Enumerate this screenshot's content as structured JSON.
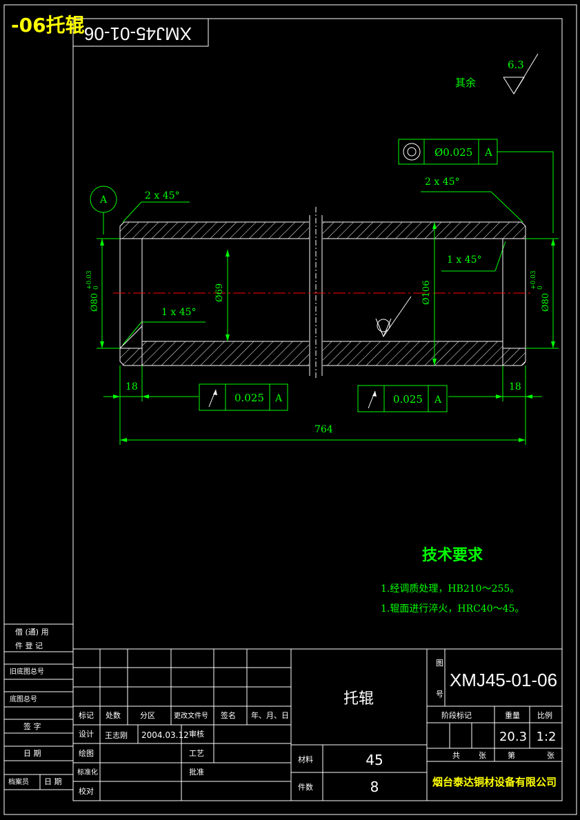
{
  "header_label": "-06托辊",
  "rotated_code": "XMJ45-01-06",
  "roughness": {
    "value": "6.3",
    "label": "其余"
  },
  "gdt_coaxial": {
    "value": "Ø0.025",
    "datum": "A"
  },
  "datum_label": "A",
  "chamfers": {
    "outer_left": "2 x 45°",
    "outer_right": "2 x 45°",
    "inner_left": "1 x 45°",
    "inner_right": "1 x 45°"
  },
  "diameters": {
    "left_bore": "Ø80",
    "left_tol_top": "+0.03",
    "left_tol_bottom": "0",
    "inner": "Ø69",
    "outer": "Ø106",
    "right_bore": "Ø80",
    "right_tol_top": "+0.03",
    "right_tol_bottom": "0"
  },
  "dims": {
    "left_length": "18",
    "right_length": "18",
    "total_length": "764"
  },
  "runout_left": {
    "value": "0.025",
    "datum": "A"
  },
  "runout_right": {
    "value": "0.025",
    "datum": "A"
  },
  "tech_requirements": {
    "title": "技术要求",
    "items": [
      "1.经调质处理，HB210～255。",
      "1.辊面进行淬火，HRC40～45。"
    ]
  },
  "left_strip": {
    "borrow_row1": "借 (通) 用",
    "borrow_row2": "件 登 记",
    "old_drawing_no": "旧底图总号",
    "base_drawing_no": "底图总号",
    "signature": "签 字",
    "date": "日 期",
    "archivist": "档案员",
    "archivist_date": "日 期"
  },
  "title_block": {
    "part_name": "托辊",
    "drawing_label": "图号",
    "drawing_no": "XMJ45-01-06",
    "stage_label": "阶段标记",
    "weight_label": "重量",
    "scale_label": "比例",
    "weight": "20.3",
    "scale": "1:2",
    "total_label": "共",
    "sheet_unit": "张",
    "sheet_label": "第",
    "sheet_unit2": "张",
    "material_label": "材料",
    "material": "45",
    "quantity_label": "件数",
    "quantity": "8",
    "company": "烟台泰达铜材设备有限公司",
    "rev_headers": [
      "标记",
      "处数",
      "分区",
      "更改文件号",
      "签名",
      "年、月、日"
    ],
    "design_label": "设计",
    "designer": "王志刚",
    "design_date": "2004.03.12",
    "review_label": "审核",
    "drawing_label2": "绘图",
    "process_label": "工艺",
    "standard_label": "标准化",
    "approve_label": "批准",
    "check_label": "校对"
  },
  "colors": {
    "outline": "#ffffff",
    "dimension": "#00ff00",
    "centerline": "#ff0000",
    "header": "#ffff00"
  }
}
